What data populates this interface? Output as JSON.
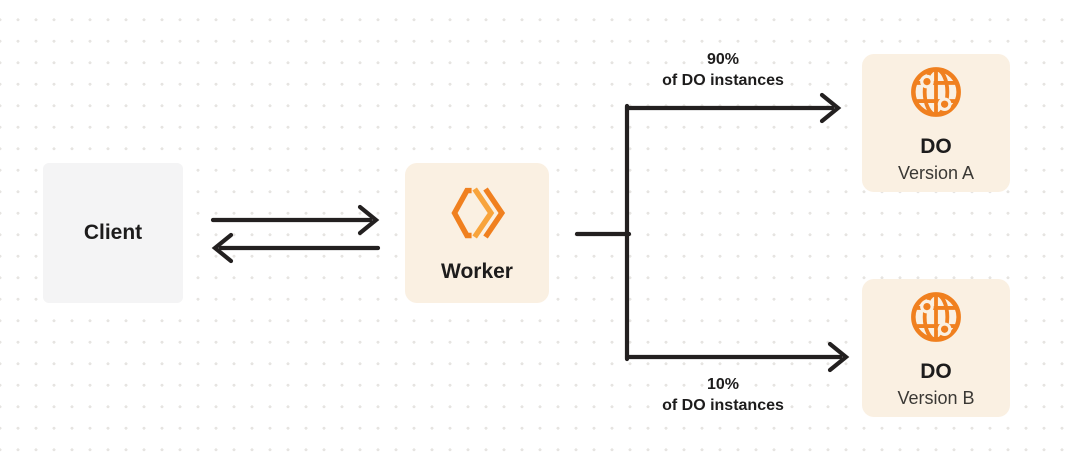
{
  "colors": {
    "background": "#FFFFFF",
    "grid_dot": "#E6E4E1",
    "card_cream": "#FAF0E2",
    "card_gray": "#F4F4F5",
    "accent_orange": "#F0801F",
    "accent_orange_light": "#F8A43C",
    "line_dark": "#232020",
    "text_dark": "#1D1C1C"
  },
  "diagram": {
    "nodes": {
      "client": {
        "label": "Client"
      },
      "worker": {
        "label": "Worker",
        "icon": "cloudflare-workers-logo"
      },
      "do_version_a": {
        "title": "DO",
        "subtitle": "Version A",
        "icon": "durable-object-globe"
      },
      "do_version_b": {
        "title": "DO",
        "subtitle": "Version B",
        "icon": "durable-object-globe"
      }
    },
    "edges": {
      "client_worker": {
        "type": "bidirectional-arrows",
        "from": "Client",
        "to": "Worker"
      },
      "branch_top": {
        "percent": "90%",
        "caption": "of DO instances",
        "target": "DO Version A"
      },
      "branch_bottom": {
        "percent": "10%",
        "caption": "of DO instances",
        "target": "DO Version B"
      }
    }
  }
}
